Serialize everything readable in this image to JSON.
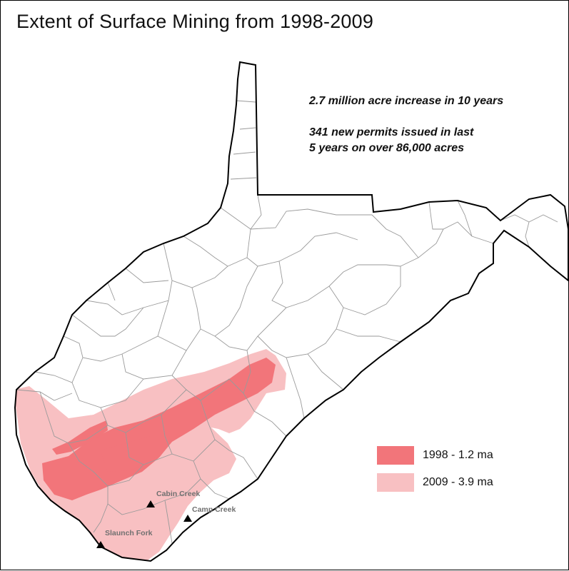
{
  "title": "Extent of Surface Mining from 1998-2009",
  "stats": {
    "line1": "2.7 million acre increase in 10 years",
    "line2": "341 new permits issued in last",
    "line3": "5 years on over 86,000 acres"
  },
  "legend": [
    {
      "label": "1998 - 1.2 ma",
      "color": "#f2757a"
    },
    {
      "label": "2009 - 3.9 ma",
      "color": "#f8c0c2"
    }
  ],
  "sites": [
    {
      "label": "Cabin Creek"
    },
    {
      "label": "Camp Creek"
    },
    {
      "label": "Slaunch Fork"
    }
  ]
}
